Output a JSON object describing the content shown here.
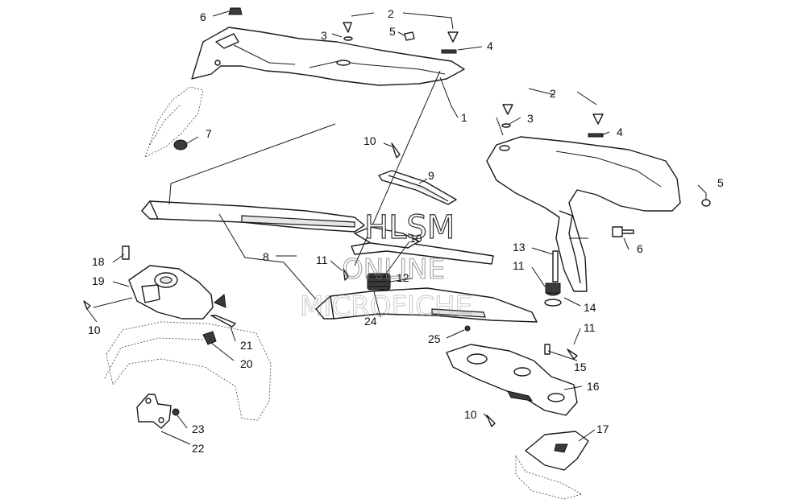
{
  "callouts": {
    "c1": "1",
    "c2a": "2",
    "c2b": "2",
    "c3a": "3",
    "c3b": "3",
    "c4a": "4",
    "c4b": "4",
    "c5a": "5",
    "c5b": "5",
    "c6a": "6",
    "c6b": "6",
    "c7": "7",
    "c8": "8",
    "c9": "9",
    "c10a": "10",
    "c10b": "10",
    "c10c": "10",
    "c10d": "10",
    "c11a": "11",
    "c11b": "11",
    "c11c": "11",
    "c12": "12",
    "c13": "13",
    "c14": "14",
    "c15": "15",
    "c16": "16",
    "c17": "17",
    "c18": "18",
    "c19": "19",
    "c20": "20",
    "c21": "21",
    "c22": "22",
    "c23": "23",
    "c24": "24",
    "c25": "25"
  },
  "watermark": {
    "line1": "HLSM",
    "line2": "ONLINE",
    "line3": "MICROFICHE"
  }
}
